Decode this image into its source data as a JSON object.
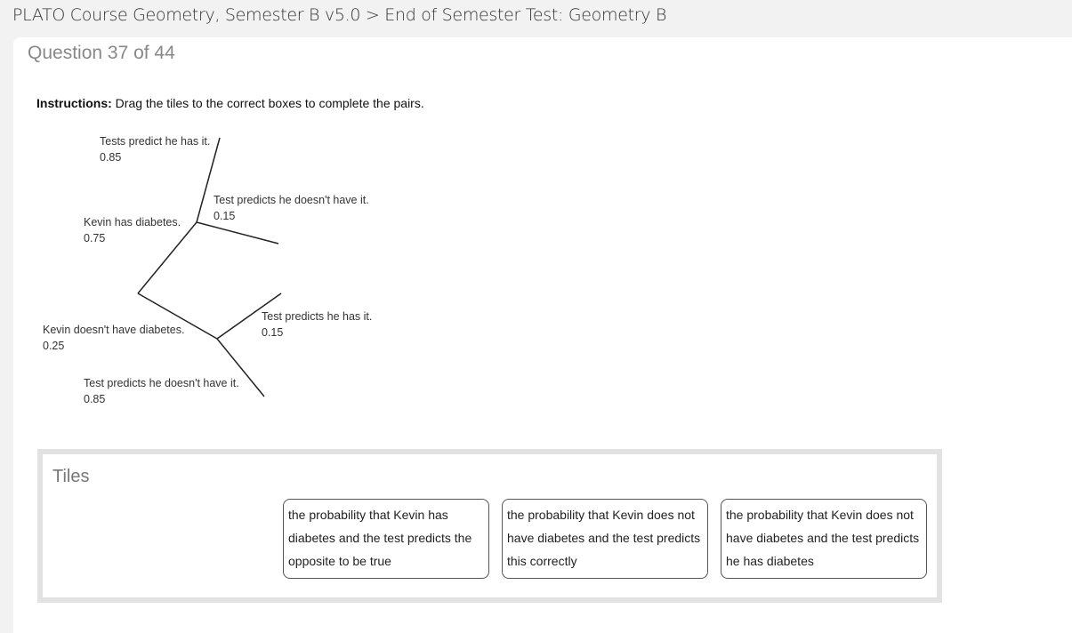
{
  "header": {
    "breadcrumb": "PLATO Course Geometry, Semester B v5.0 > End of Semester Test: Geometry B"
  },
  "question": {
    "number_label": "Question 37 of 44",
    "instructions_label": "Instructions:",
    "instructions_text": " Drag the tiles to the correct boxes to complete the pairs."
  },
  "tree": {
    "has_diabetes": {
      "label": "Kevin has diabetes.",
      "prob": "0.75"
    },
    "no_diabetes": {
      "label": "Kevin doesn't have diabetes.",
      "prob": "0.25"
    },
    "has_pos": {
      "label": "Tests predict he has it.",
      "prob": "0.85"
    },
    "has_neg": {
      "label": "Test predicts he doesn't have it.",
      "prob": "0.15"
    },
    "no_pos": {
      "label": "Test predicts he has it.",
      "prob": "0.15"
    },
    "no_neg": {
      "label": "Test predicts he doesn't have it.",
      "prob": "0.85"
    }
  },
  "tiles": {
    "title": "Tiles",
    "items": [
      "the probability that Kevin has diabetes and the test predicts the opposite to be true",
      "the probability that Kevin does not have diabetes and the test predicts this correctly",
      "the probability that Kevin does not have diabetes and the test predicts he has diabetes"
    ]
  }
}
